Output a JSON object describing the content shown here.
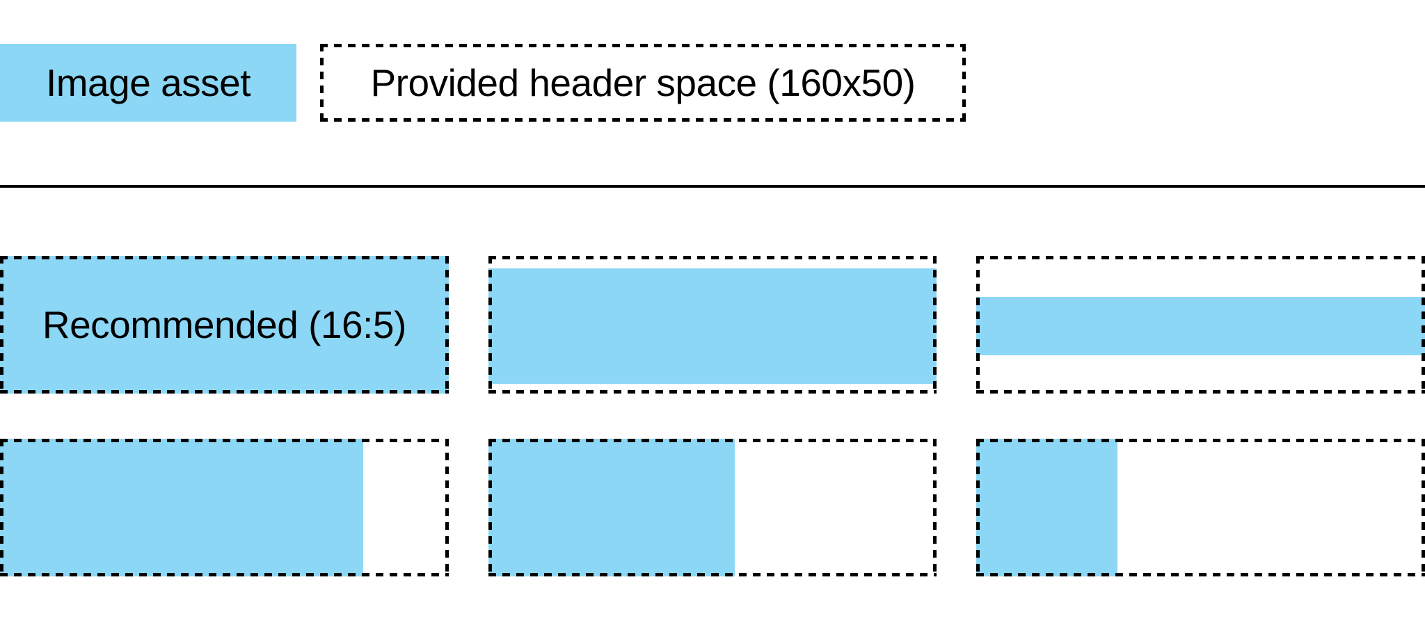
{
  "colors": {
    "asset_blue": "#8dd7f6",
    "border_black": "#000000",
    "text_black": "#000000",
    "page_bg": "#ffffff"
  },
  "legend": {
    "image_asset_label": "Image asset",
    "header_space_label": "Provided header space (160x50)"
  },
  "diagram": {
    "recommended_label": "Recommended (16:5)",
    "cells": [
      {
        "name": "recommended-16-5",
        "fill_pct": {
          "width": 100,
          "height": 100
        },
        "fit": "fills entire header space",
        "fill_style": "left:0;right:0;top:0;bottom:0"
      },
      {
        "name": "full-width-letterboxed",
        "fill_pct": {
          "width": 100,
          "height": 84
        },
        "fit": "full width, vertical letterbox",
        "fill_style": "left:0;right:0;top:18px;height:166px"
      },
      {
        "name": "full-width-short-letterboxed",
        "fill_pct": {
          "width": 100,
          "height": 42
        },
        "fit": "full width, large vertical letterbox",
        "fill_style": "left:0;right:0;top:59px;height:84px"
      },
      {
        "name": "full-height-wide-pillarboxed",
        "fill_pct": {
          "width": 81,
          "height": 100
        },
        "fit": "full height, small right pillarbox",
        "fill_style": "left:0;top:0;bottom:0;width:81%"
      },
      {
        "name": "full-height-medium-pillarboxed",
        "fill_pct": {
          "width": 55,
          "height": 100
        },
        "fit": "full height, medium right pillarbox",
        "fill_style": "left:0;top:0;bottom:0;width:55%"
      },
      {
        "name": "full-height-narrow-pillarboxed",
        "fill_pct": {
          "width": 31.5,
          "height": 100
        },
        "fit": "full height, large right pillarbox",
        "fill_style": "left:0;top:0;bottom:0;width:31.5%"
      }
    ]
  }
}
